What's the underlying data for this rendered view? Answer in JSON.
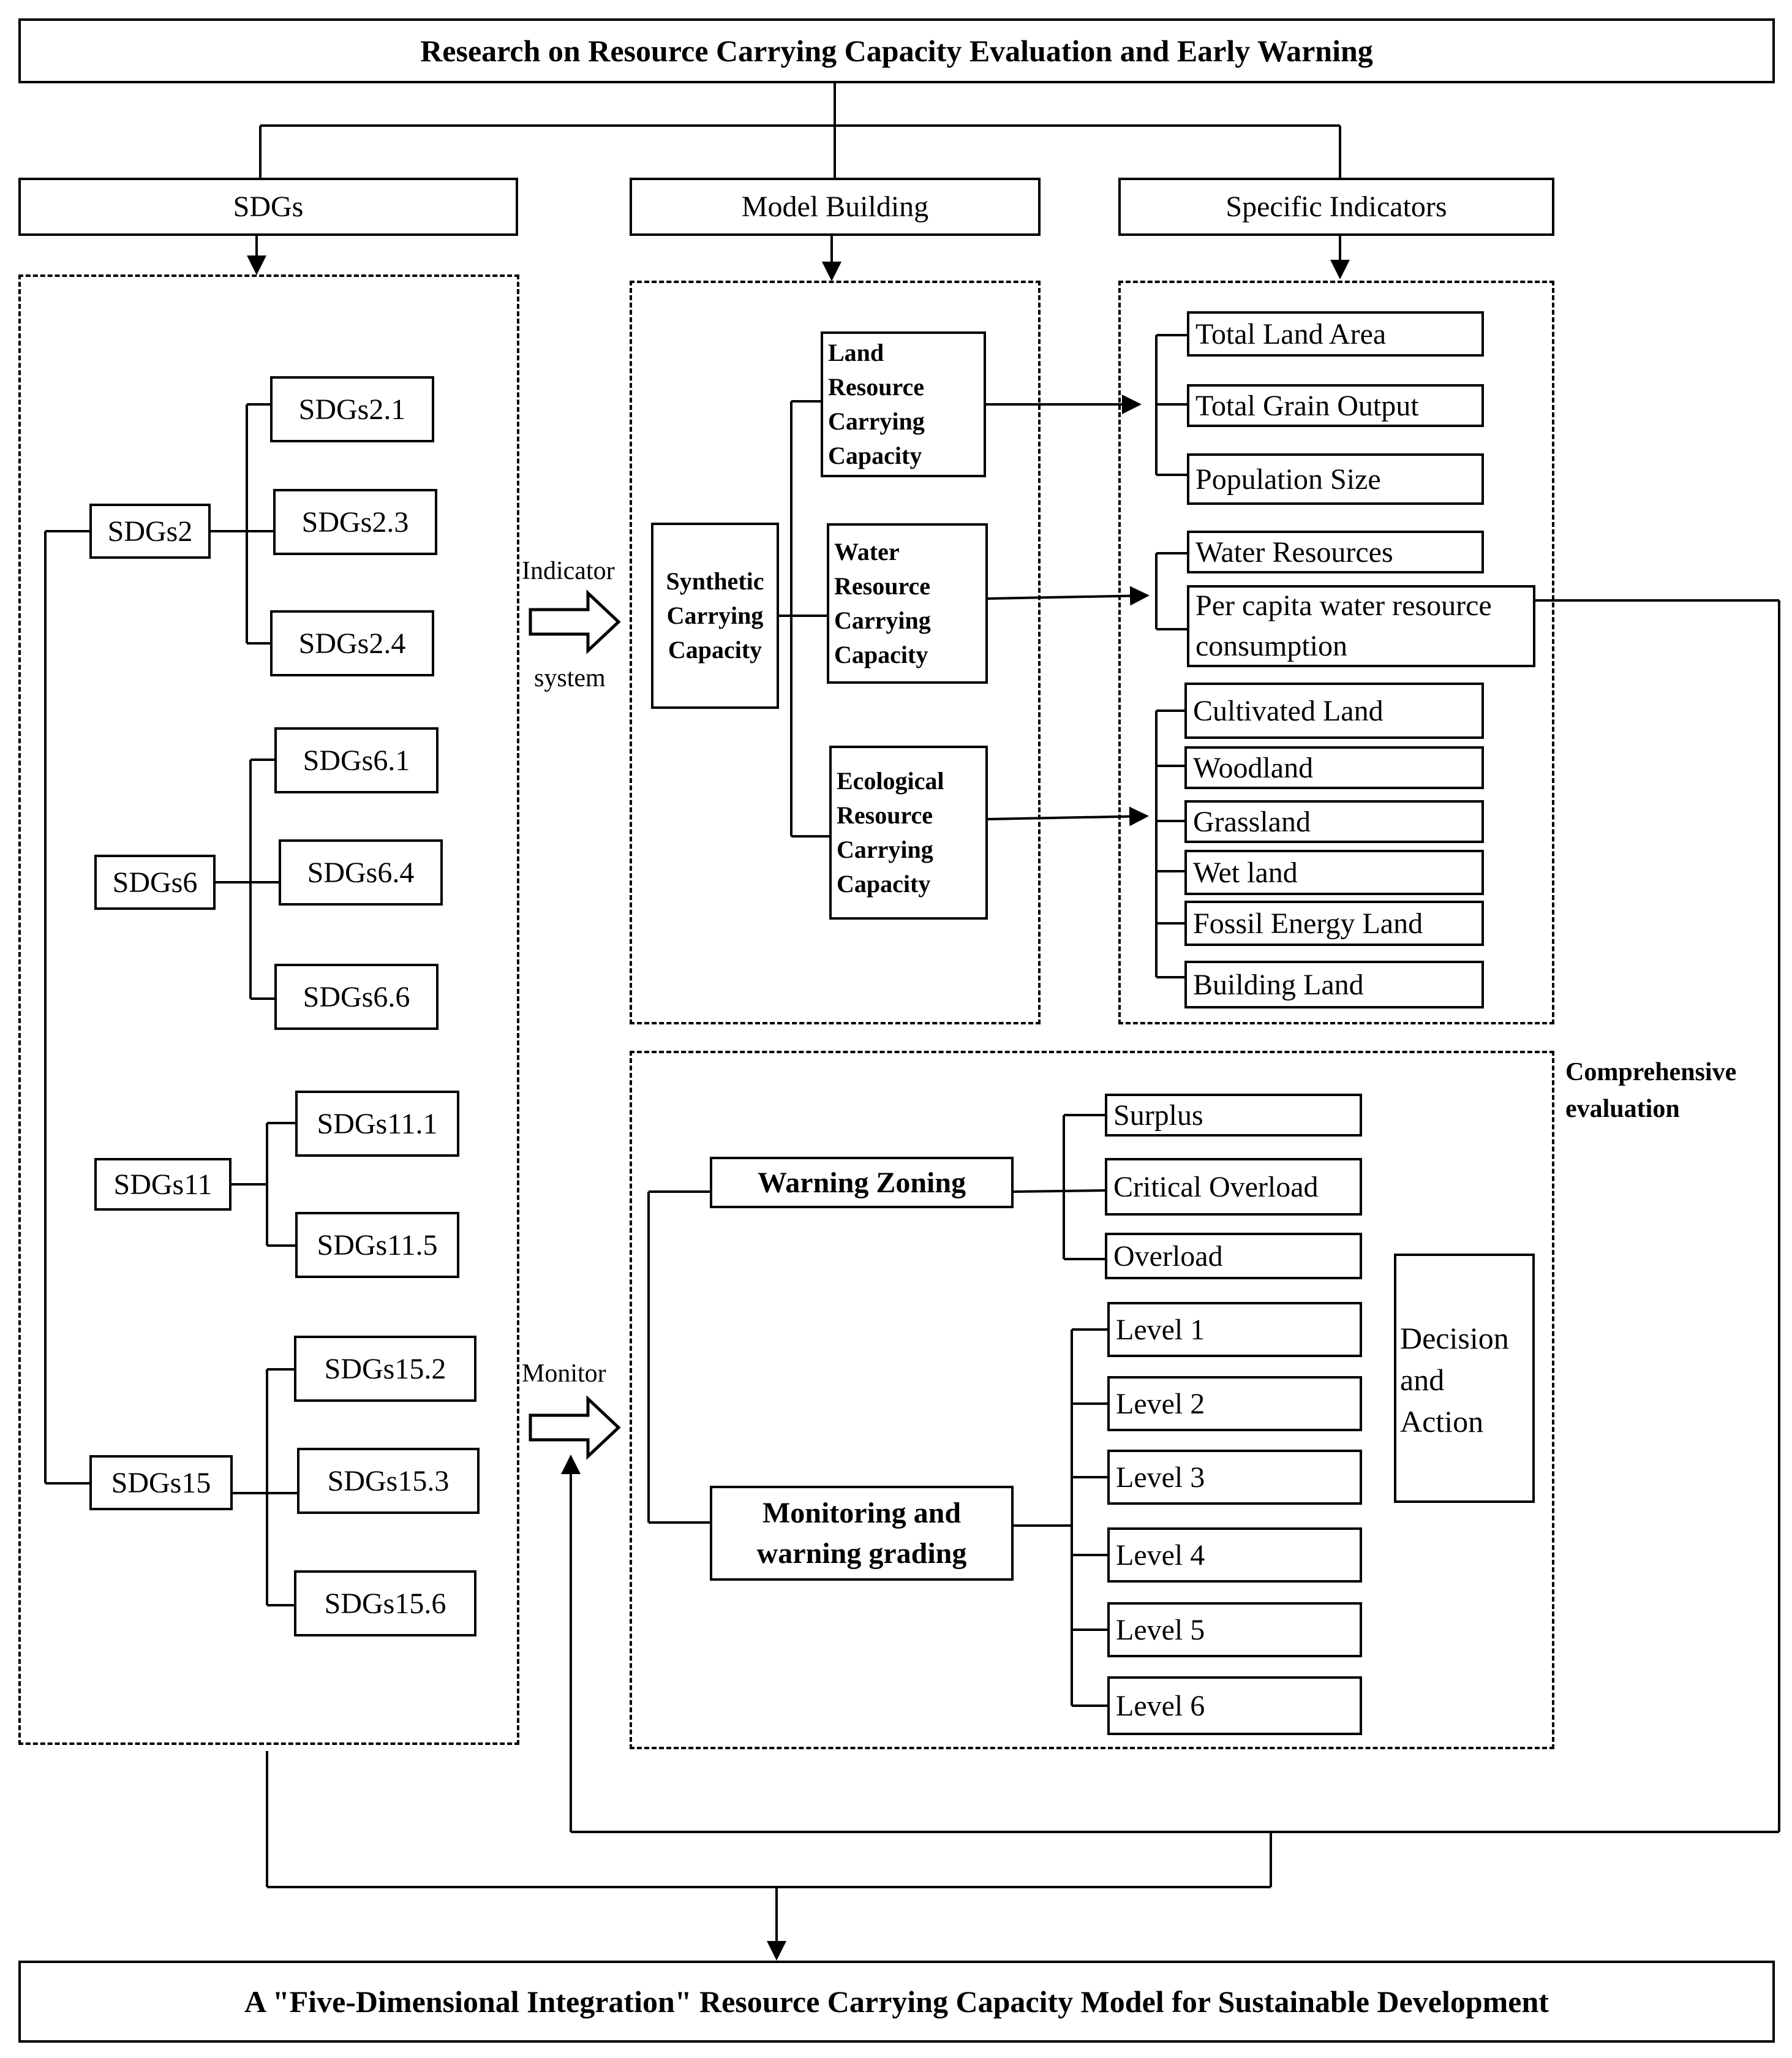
{
  "title": "Research on Resource Carrying Capacity Evaluation and Early Warning",
  "headers": {
    "sdgs": "SDGs",
    "model_building": "Model Building",
    "specific_indicators": "Specific Indicators"
  },
  "sdgs": {
    "g2": {
      "label": "SDGs2",
      "children": [
        "SDGs2.1",
        "SDGs2.3",
        "SDGs2.4"
      ]
    },
    "g6": {
      "label": "SDGs6",
      "children": [
        "SDGs6.1",
        "SDGs6.4",
        "SDGs6.6"
      ]
    },
    "g11": {
      "label": "SDGs11",
      "children": [
        "SDGs11.1",
        "SDGs11.5"
      ]
    },
    "g15": {
      "label": "SDGs15",
      "children": [
        "SDGs15.2",
        "SDGs15.3",
        "SDGs15.6"
      ]
    }
  },
  "arrows": {
    "indicator_top": "Indicator",
    "indicator_bottom": "system",
    "monitor": "Monitor"
  },
  "model": {
    "synthetic": [
      "Synthetic",
      "Carrying",
      "Capacity"
    ],
    "land": [
      "Land",
      "Resource",
      "Carrying",
      "Capacity"
    ],
    "water": [
      "Water",
      "Resource",
      "Carrying",
      "Capacity"
    ],
    "ecological": [
      "Ecological",
      "Resource",
      "Carrying",
      "Capacity"
    ]
  },
  "indicators": {
    "land": [
      "Total Land Area",
      "Total Grain Output",
      "Population Size"
    ],
    "water": [
      "Water Resources",
      "Per capita water resource",
      "consumption"
    ],
    "ecological": [
      "Cultivated Land",
      "Woodland",
      "Grassland",
      "Wet land",
      "Fossil Energy Land",
      "Building Land"
    ]
  },
  "evaluation": {
    "label": [
      "Comprehensive",
      "evaluation"
    ],
    "warning_zoning": "Warning Zoning",
    "zones": [
      "Surplus",
      "Critical Overload",
      "Overload"
    ],
    "monitoring": [
      "Monitoring and",
      "warning grading"
    ],
    "levels": [
      "Level 1",
      "Level 2",
      "Level 3",
      "Level 4",
      "Level 5",
      "Level 6"
    ],
    "decision": [
      "Decision",
      "and",
      "Action"
    ]
  },
  "bottom": "A \"Five-Dimensional Integration\" Resource Carrying Capacity Model for Sustainable Development"
}
